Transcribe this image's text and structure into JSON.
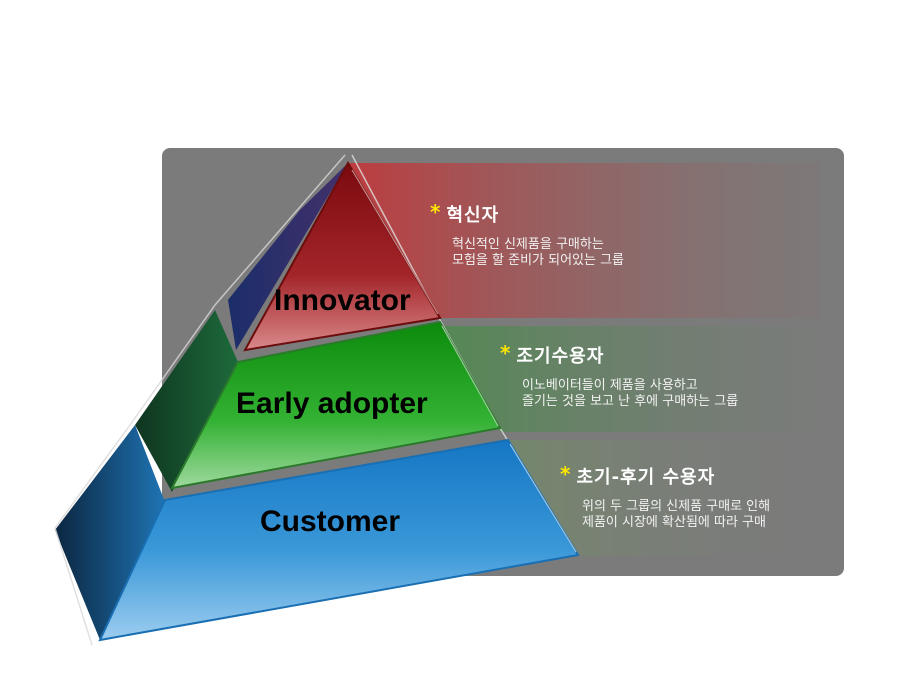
{
  "tiers": [
    {
      "label": "Innovator",
      "title": "혁신자",
      "desc_line1": "혁신적인 신제품을 구매하는",
      "desc_line2": "모험을  할 준비가 되어있는 그룹",
      "color": "#b01e22"
    },
    {
      "label": "Early adopter",
      "title": "조기수용자",
      "desc_line1": "이노베이터들이 제품을 사용하고",
      "desc_line2": "즐기는 것을 보고 난 후에 구매하는 그룹",
      "color": "#1f9a1f"
    },
    {
      "label": "Customer",
      "title": "초기-후기 수용자",
      "desc_line1": "위의 두 그룹의 신제품 구매로 인해",
      "desc_line2": "제품이 시장에 확산됨에 따라 구매",
      "color": "#2a8ed4"
    }
  ],
  "star_symbol": "*",
  "colors": {
    "panel": "#7b7b7b",
    "star": "#ffe600"
  }
}
